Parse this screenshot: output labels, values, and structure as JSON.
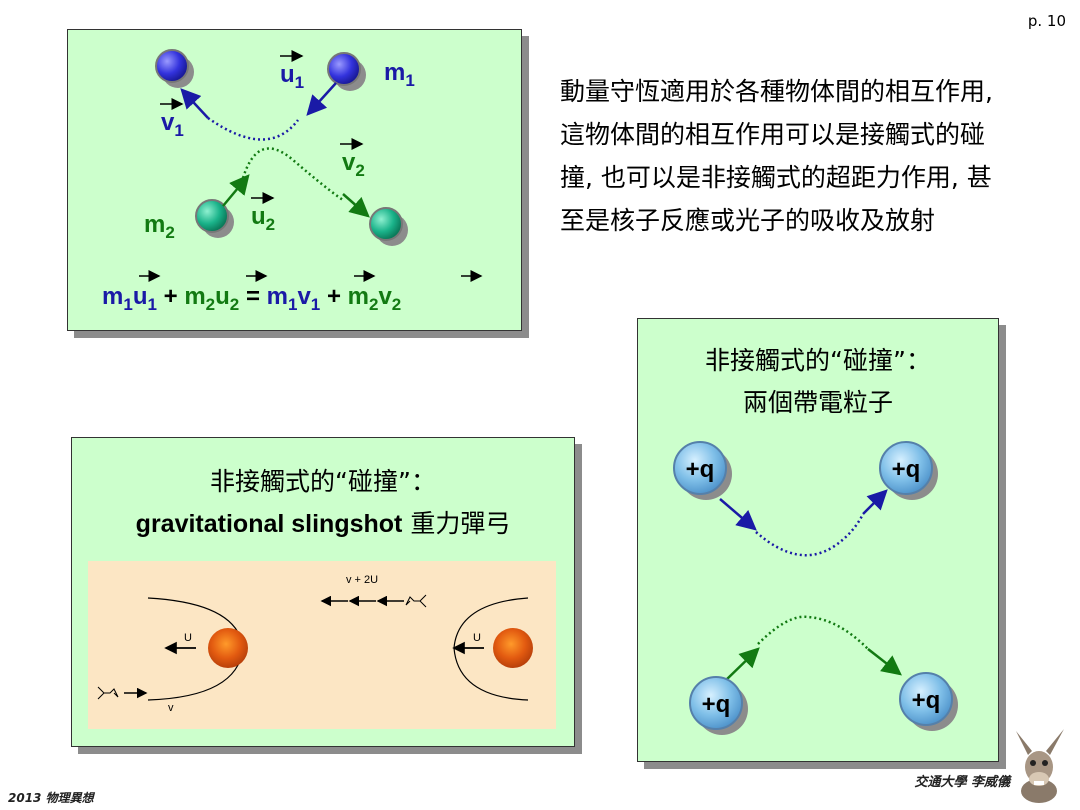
{
  "page_number": "p. 10",
  "main_text": "動量守恆適用於各種物体間的相互作用, 這物体間的相互作用可以是接觸式的碰撞, 也可以是非接觸式的超距力作用, 甚至是核子反應或光子的吸收及放射",
  "collision_panel": {
    "labels": {
      "u1": "u",
      "u1_sub": "1",
      "m1": "m",
      "m1_sub": "1",
      "v1": "v",
      "v1_sub": "1",
      "v2": "v",
      "v2_sub": "2",
      "m2": "m",
      "m2_sub": "2",
      "u2": "u",
      "u2_sub": "2"
    },
    "equation": {
      "plus": "+",
      "equals": "="
    }
  },
  "charge_panel": {
    "title_line1": "非接觸式的“碰撞”：",
    "title_line2": "兩個帶電粒子",
    "charge_label": "+q"
  },
  "slingshot_panel": {
    "title_line1": "非接觸式的“碰撞”：",
    "title_line2_bold": "gravitational slingshot",
    "title_line2_rest": " 重力彈弓",
    "label_v2u": "v + 2U",
    "label_u": "U",
    "label_v": "v"
  },
  "footer": {
    "left": "2013 物理異想",
    "right": "交通大學 李威儀"
  },
  "colors": {
    "panel_bg": "#ccffcc",
    "navy": "#1a1aa6",
    "green": "#127a12",
    "inner_bg": "#fce6c4"
  }
}
